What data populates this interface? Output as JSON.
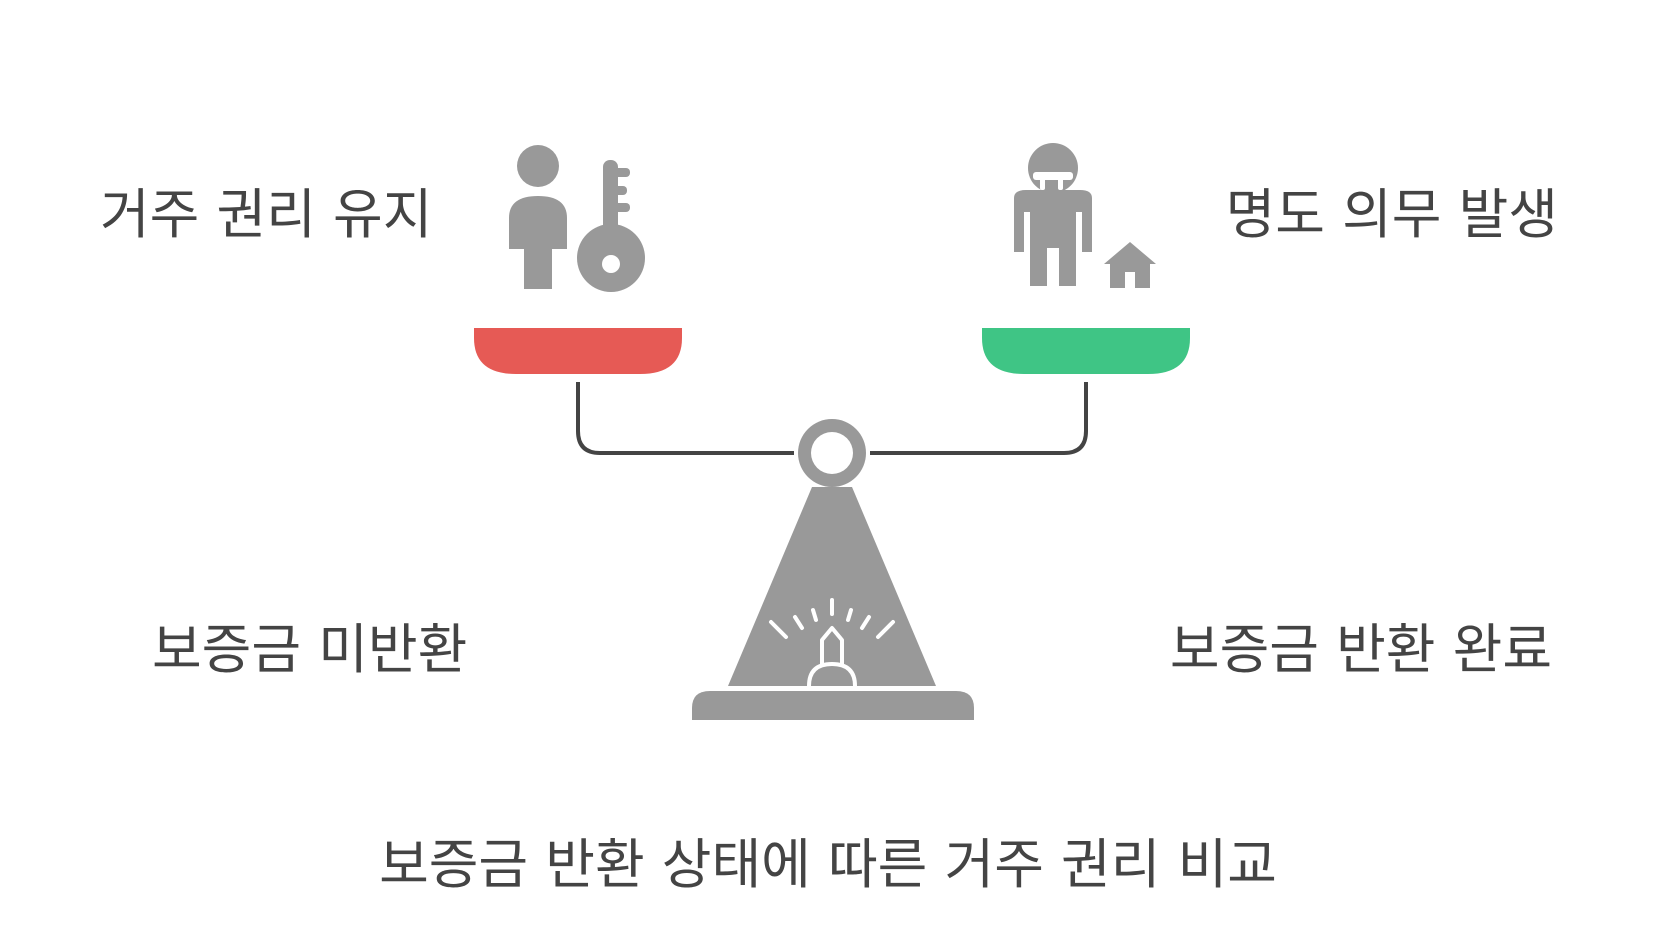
{
  "diagram": {
    "left": {
      "top_label": "거주 권리 유지",
      "bottom_label": "보증금 미반환",
      "pan_color": "#E65A55",
      "icons": [
        "person-icon",
        "key-icon"
      ]
    },
    "right": {
      "top_label": "명도 의무 발생",
      "bottom_label": "보증금 반환 완료",
      "pan_color": "#3FC585",
      "icons": [
        "person-leaving-icon",
        "house-icon"
      ]
    },
    "caption": "보증금 반환 상태에 따른 거주 권리 비교",
    "colors": {
      "icon_gray": "#999999",
      "line_dark": "#444444"
    }
  }
}
